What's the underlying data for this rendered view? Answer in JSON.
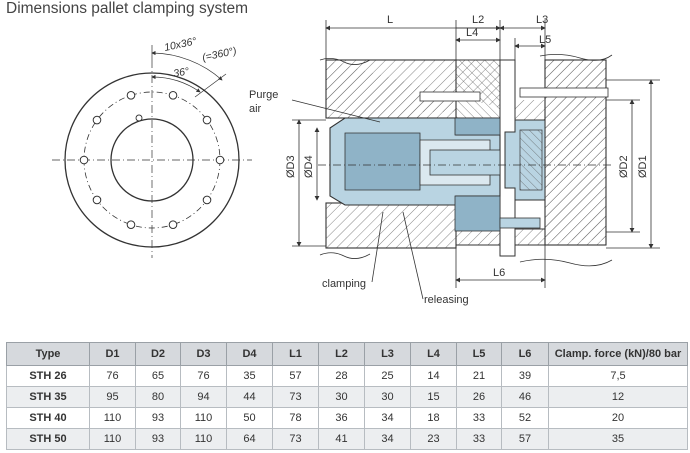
{
  "title": "Dimensions pallet clamping system",
  "labels": {
    "pitch_count": "10x36°",
    "pitch_total": "(=360°)",
    "pitch_single": "36°",
    "purge": "Purge",
    "air": "air",
    "clamping": "clamping",
    "releasing": "releasing",
    "L": "L",
    "L2": "L2",
    "L3": "L3",
    "L4": "L4",
    "L5": "L5",
    "L6": "L6",
    "D1": "ØD1",
    "D2": "ØD2",
    "D3": "ØD3",
    "D4": "ØD4"
  },
  "colors": {
    "part_blue": "#b9d4e2",
    "part_blue_dark": "#8fb3c7",
    "line": "#333333",
    "table_header": "#d6d9dd",
    "row_shade": "#eceef0"
  },
  "table": {
    "headers": [
      "Type",
      "D1",
      "D2",
      "D3",
      "D4",
      "L1",
      "L2",
      "L3",
      "L4",
      "L5",
      "L6",
      "Clamp. force (kN)/80 bar"
    ],
    "rows": [
      [
        "STH 26",
        "76",
        "65",
        "76",
        "35",
        "57",
        "28",
        "25",
        "14",
        "21",
        "39",
        "7,5"
      ],
      [
        "STH 35",
        "95",
        "80",
        "94",
        "44",
        "73",
        "30",
        "30",
        "15",
        "26",
        "46",
        "12"
      ],
      [
        "STH 40",
        "110",
        "93",
        "110",
        "50",
        "78",
        "36",
        "34",
        "18",
        "33",
        "52",
        "20"
      ],
      [
        "STH 50",
        "110",
        "93",
        "110",
        "64",
        "73",
        "41",
        "34",
        "23",
        "33",
        "57",
        "35"
      ]
    ]
  }
}
